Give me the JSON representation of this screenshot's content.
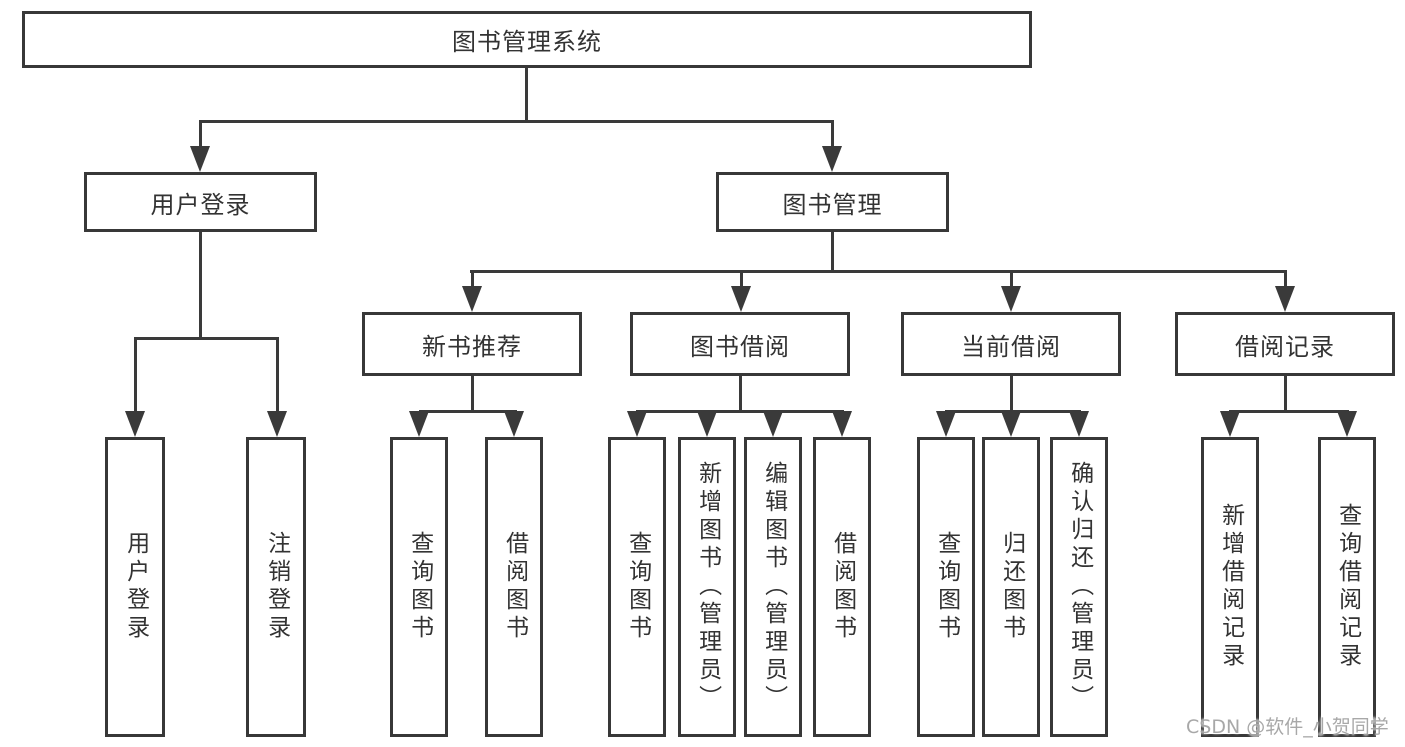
{
  "diagram": {
    "root": {
      "label": "图书管理系统"
    },
    "level2": [
      {
        "label": "用户登录",
        "children": [
          {
            "label": "用户登录"
          },
          {
            "label": "注销登录"
          }
        ]
      },
      {
        "label": "图书管理",
        "children": [
          {
            "label": "新书推荐",
            "children": [
              {
                "label": "查询图书"
              },
              {
                "label": "借阅图书"
              }
            ]
          },
          {
            "label": "图书借阅",
            "children": [
              {
                "label": "查询图书"
              },
              {
                "label": "新增图书（管理员）"
              },
              {
                "label": "编辑图书（管理员）"
              },
              {
                "label": "借阅图书"
              }
            ]
          },
          {
            "label": "当前借阅",
            "children": [
              {
                "label": "查询图书"
              },
              {
                "label": "归还图书"
              },
              {
                "label": "确认归还（管理员）"
              }
            ]
          },
          {
            "label": "借阅记录",
            "children": [
              {
                "label": "新增借阅记录"
              },
              {
                "label": "查询借阅记录"
              }
            ]
          }
        ]
      }
    ]
  },
  "watermark": {
    "text": "CSDN @软件_小贺同学"
  },
  "colors": {
    "line": "#3a3a3a",
    "text": "#333333",
    "watermark": "#9e9e9e",
    "background": "#ffffff"
  }
}
